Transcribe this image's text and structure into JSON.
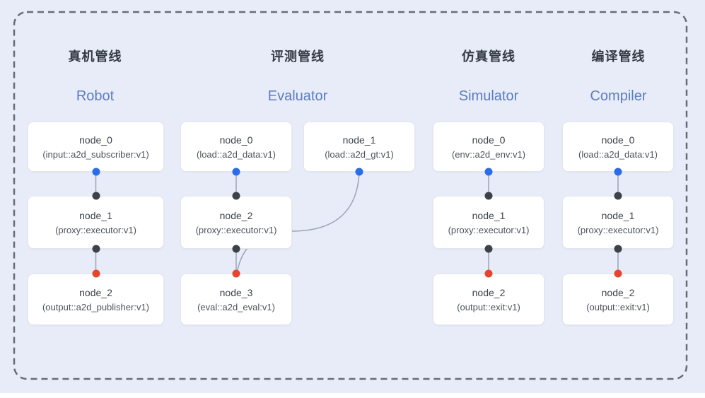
{
  "pipelines": [
    {
      "title_zh": "真机管线",
      "title_en": "Robot",
      "nodes": [
        {
          "name": "node_0",
          "type": "(input::a2d_subscriber:v1)"
        },
        {
          "name": "node_1",
          "type": "(proxy::executor:v1)"
        },
        {
          "name": "node_2",
          "type": "(output::a2d_publisher:v1)"
        }
      ]
    },
    {
      "title_zh": "评测管线",
      "title_en": "Evaluator",
      "nodes": [
        {
          "name": "node_0",
          "type": "(load::a2d_data:v1)"
        },
        {
          "name": "node_1",
          "type": "(load::a2d_gt:v1)"
        },
        {
          "name": "node_2",
          "type": "(proxy::executor:v1)"
        },
        {
          "name": "node_3",
          "type": "(eval::a2d_eval:v1)"
        }
      ]
    },
    {
      "title_zh": "仿真管线",
      "title_en": "Simulator",
      "nodes": [
        {
          "name": "node_0",
          "type": "(env::a2d_env:v1)"
        },
        {
          "name": "node_1",
          "type": "(proxy::executor:v1)"
        },
        {
          "name": "node_2",
          "type": "(output::exit:v1)"
        }
      ]
    },
    {
      "title_zh": "编译管线",
      "title_en": "Compiler",
      "nodes": [
        {
          "name": "node_0",
          "type": "(load::a2d_data:v1)"
        },
        {
          "name": "node_1",
          "type": "(proxy::executor:v1)"
        },
        {
          "name": "node_2",
          "type": "(output::exit:v1)"
        }
      ]
    }
  ],
  "colors": {
    "panel_bg": "#e8ecf8",
    "frame_stroke": "#666d79",
    "edge_stroke": "#9aa4b8",
    "dot_blue": "#2b6ce8",
    "dot_black": "#3d4248",
    "dot_red": "#e8432c",
    "title_zh": "#343a43",
    "title_en": "#5b7cc4",
    "node_bg": "#ffffff",
    "node_border": "#e3e6ec",
    "node_title": "#3d424a",
    "node_type": "#4d535c"
  }
}
